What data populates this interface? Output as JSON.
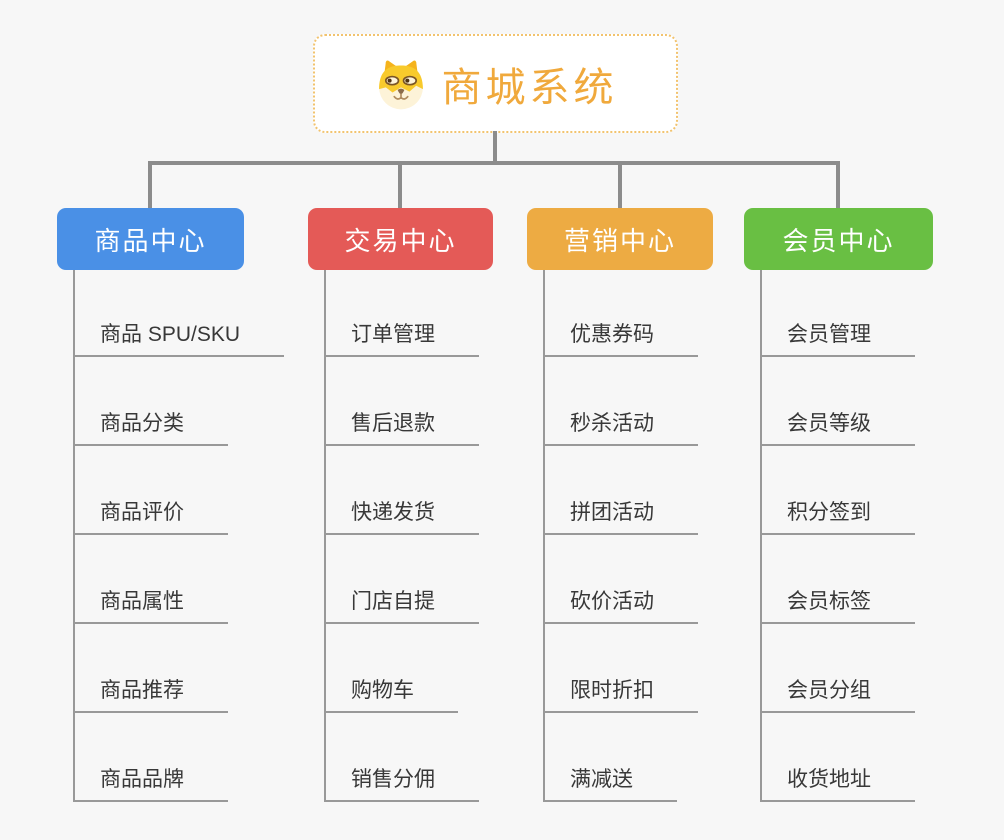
{
  "root": {
    "title": "商城系统",
    "icon": "doge-icon",
    "title_color": "#f0a93c",
    "border_color": "#f2c36e"
  },
  "connector_color": "#8c8c8c",
  "background_color": "#f7f7f7",
  "columns": [
    {
      "title": "商品中心",
      "color": "#4a90e6",
      "items": [
        "商品 SPU/SKU",
        "商品分类",
        "商品评价",
        "商品属性",
        "商品推荐",
        "商品品牌"
      ]
    },
    {
      "title": "交易中心",
      "color": "#e45a57",
      "items": [
        "订单管理",
        "售后退款",
        "快递发货",
        "门店自提",
        "购物车",
        "销售分佣"
      ]
    },
    {
      "title": "营销中心",
      "color": "#edab43",
      "items": [
        "优惠券码",
        "秒杀活动",
        "拼团活动",
        "砍价活动",
        "限时折扣",
        "满减送"
      ]
    },
    {
      "title": "会员中心",
      "color": "#69bf43",
      "items": [
        "会员管理",
        "会员等级",
        "积分签到",
        "会员标签",
        "会员分组",
        "收货地址"
      ]
    }
  ]
}
